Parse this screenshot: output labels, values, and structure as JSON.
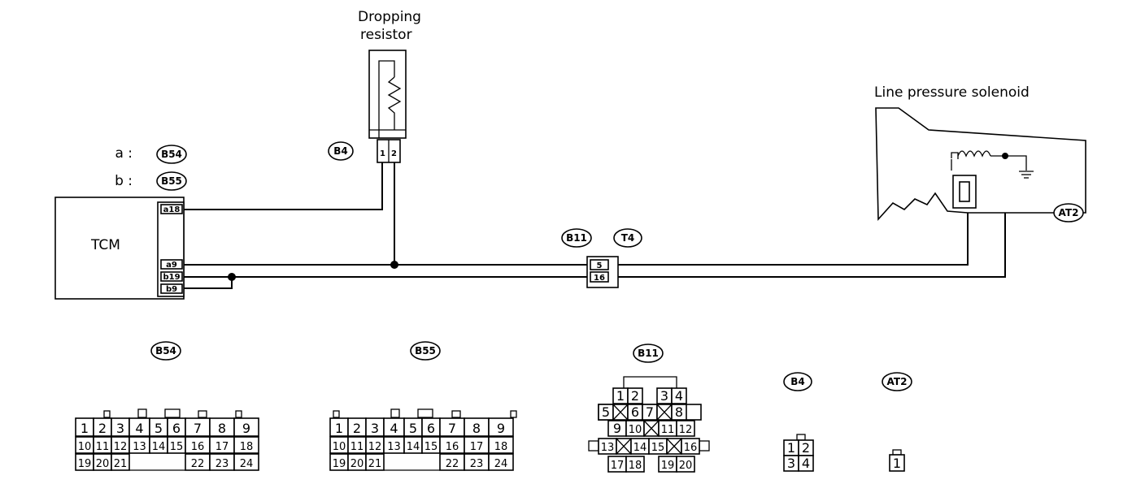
{
  "labels": {
    "resistor_line1": "Dropping",
    "resistor_line2": "resistor",
    "solenoid": "Line pressure solenoid",
    "tcm": "TCM",
    "prefix_a": "a :",
    "prefix_b": "b :"
  },
  "connector_ids": {
    "b54": "B54",
    "b55": "B55",
    "b4": "B4",
    "b11": "B11",
    "t4": "T4",
    "at2": "AT2"
  },
  "pins": {
    "tcm_a18": "a18",
    "tcm_a9": "a9",
    "tcm_b19": "b19",
    "tcm_b9": "b9",
    "b4_1": "1",
    "b4_2": "2",
    "b11_5": "5",
    "b11_16": "16"
  },
  "connector_faces": {
    "b54": {
      "row1": [
        "1",
        "2",
        "3",
        "4",
        "5",
        "6",
        "7",
        "8",
        "9"
      ],
      "row2": [
        "10",
        "11",
        "12",
        "13",
        "14",
        "15",
        "16",
        "17",
        "18"
      ],
      "row3": [
        "19",
        "20",
        "21",
        "22",
        "23",
        "24"
      ]
    },
    "b55": {
      "row1": [
        "1",
        "2",
        "3",
        "4",
        "5",
        "6",
        "7",
        "8",
        "9"
      ],
      "row2": [
        "10",
        "11",
        "12",
        "13",
        "14",
        "15",
        "16",
        "17",
        "18"
      ],
      "row3": [
        "19",
        "20",
        "21",
        "22",
        "23",
        "24"
      ]
    },
    "b11": {
      "row1": [
        "1",
        "2",
        "3",
        "4"
      ],
      "row2": [
        "5",
        "6",
        "7",
        "8"
      ],
      "row3": [
        "9",
        "10",
        "11",
        "12"
      ],
      "row4": [
        "13",
        "14",
        "15",
        "16"
      ],
      "row5": [
        "17",
        "18",
        "19",
        "20"
      ]
    },
    "b4": {
      "row1": [
        "1",
        "2"
      ],
      "row2": [
        "3",
        "4"
      ]
    },
    "at2": {
      "row1": [
        "1"
      ]
    }
  }
}
